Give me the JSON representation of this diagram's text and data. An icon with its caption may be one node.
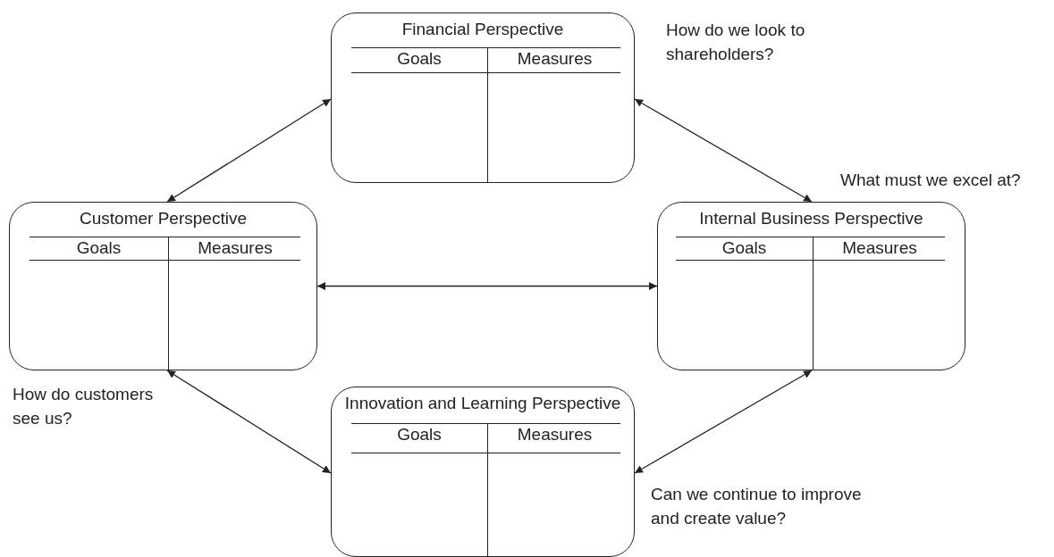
{
  "diagram": {
    "nodes": [
      {
        "text": [
          "Financial Perspective",
          "Goals",
          "Measures"
        ],
        "beside": [
          "How do we look to shareholders?"
        ]
      },
      {
        "text": [
          "Customer Perspective",
          "Goals",
          "Measures"
        ],
        "beside": [
          "How do customers see us?"
        ]
      },
      {
        "text": [
          "Internal Business Perspective",
          "Goals",
          "Measures"
        ],
        "beside": [
          "What must we excel at?"
        ]
      },
      {
        "text": [
          "Innovation and Learning Perspective",
          "Goals",
          "Measures"
        ],
        "beside": [
          "Can we continue to improve and create value?"
        ]
      }
    ],
    "edges": [
      {
        "from": 0,
        "to": 1,
        "arrow": "both"
      },
      {
        "from": 0,
        "to": 2,
        "arrow": "both"
      },
      {
        "from": 1,
        "to": 2,
        "arrow": "both"
      },
      {
        "from": 1,
        "to": 3,
        "arrow": "both"
      },
      {
        "from": 2,
        "to": 3,
        "arrow": "both"
      }
    ]
  }
}
